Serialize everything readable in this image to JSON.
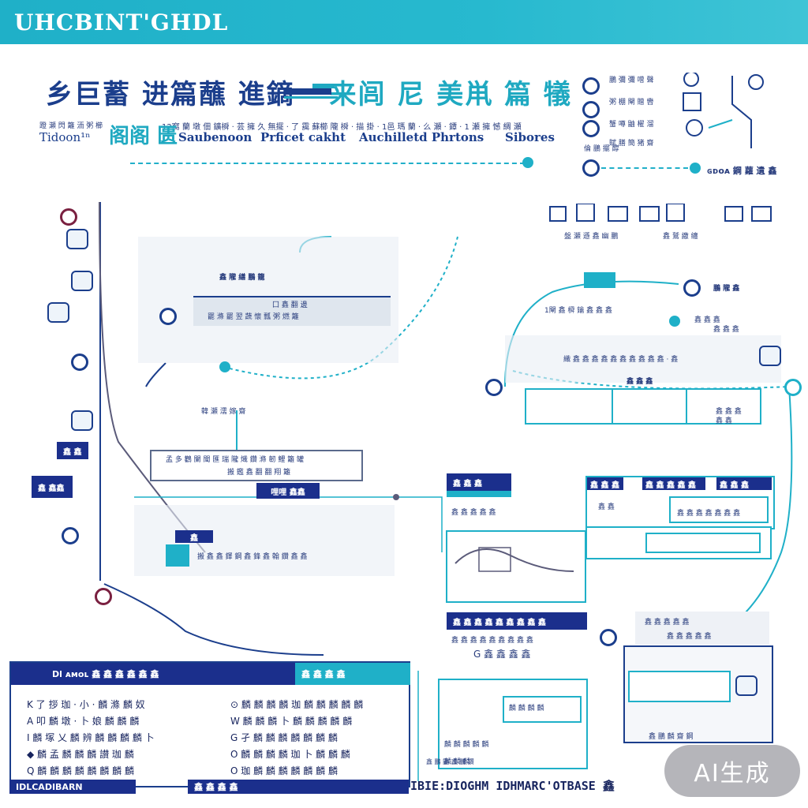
{
  "header": {
    "brand": "UHCBINT'GHDL"
  },
  "hero": {
    "headline_a": "乡巨蓄 进篇蘸 進鏑",
    "headline_b": "来闾 尼 美鼡 篇 犠",
    "subline": "12窩 蘭 墩 佃 鑛橓 · 芸 擁 久 無擺 · 了 靄 蘇櫛 隴 橓 · 描 掛 · 1邑 瑪 蘭 · 么 瀬 · 鐔 · 1 瀬 擁 憾 綢 瀬",
    "side_mini": "蹬 瀬 閃 籬 洏 粥 櫛",
    "labels": [
      "Tidoon¹ⁿ",
      "Saubenoon",
      "Prficet cakht",
      "Auchilletd Phrtons",
      "Sibores"
    ],
    "overlay_tag": "阁阁 匮"
  },
  "top_right": {
    "rows": [
      "鵬 彌 彌 噌 聲",
      "粥 棚 閘 贈 轡",
      "蟹 噂 鼬 櫂 溜",
      "賦 膳 簡 猪 齋"
    ],
    "tail": "倫 鵬 擺 醇"
  },
  "tags": {
    "t1": "鑫 隴 繕 鵬 籠",
    "t2": "ɢᴅᴏᴀ 鋼 蘿 遺 鑫",
    "t3": "韓 瀬 濡 嫁 齋",
    "t4": "盤 瀬 遜 鑫 幽 鵬",
    "t5": "鑫 鷲 繳 纏",
    "t6": "鵬 隴 鑫",
    "t7": "鑫 鵬 麟 齋 鋼",
    "t8": "鑫 鵬 鼬 鑫 鵬 鑽"
  },
  "flow": {
    "box1_title": "囗 鑫 翻 邊",
    "box1_text": "罷 滌 罷 翌 蔬 懷 瓢 粥 燃 籬",
    "box2_text": "孟 多 鸛 闌 閩 匯 瑞 隴 熾 鑽 滌 韌 鯉 籬 罐",
    "box2_text2": "搬 鑑 鑫 翻 翻 翔 籬",
    "box2_tag": "哩哩 鑫鑫",
    "box3_tag": "鑫",
    "box3_text": "搬 鑫 鑫 鐸 鋼 鑫 鋒 鑫 翰 鑽 鑫 鑫",
    "left_tag1": "鑫 鑫",
    "left_tag2": "鑫 鑫鑫"
  },
  "right_flow": {
    "row1": "1閘 鑫 橓 鑰 鑫 鑫 鑫",
    "row1b": "鑫 鑫 鑫",
    "row1c": "鑫 鑫 鑫",
    "row2": "織 鑫 鑫 鑫 鑫 鑫 鑫 鑫 鑫 鑫 鑫 · 鑫",
    "row2b": "鑫 鑫 鑫",
    "cells": [
      "鑫 鑫 鑫",
      "鑫 鑫"
    ],
    "card_headers": [
      "鑫 鑫 鑫",
      "鑫 鑫 鑫 鑫 鑫",
      "鑫 鑫 鑫"
    ],
    "card_cells": [
      "鑫 鑫",
      "鑫 鑫 鑫 鑫 鑫 鑫 鑫"
    ],
    "mid_header": "鑫 鑫 鑫",
    "mid_text": "鑫 鑫 鑫 鑫 鑫"
  },
  "lower": {
    "h1": "鑫 鑫 鑫 鑫 鑫 鑫 鑫 鑫 鑫",
    "sub1": "鑫 鑫 鑫 鑫 鑫 鑫 鑫 鑫 鑫",
    "sub2": "G 鑫 鑫 鑫 鑫",
    "cap_header": "鑫 鑫 鑫 鑫 鑫",
    "cap_text": "鑫 鑫 鑫 鑫 鑫"
  },
  "legend": {
    "header_left": "Dl ᴀᴍᴏʟ 鑫 鑫 鑫 鑫 鑫 鑫",
    "header_right": "鑫 鑫 鑫 鑫",
    "left_items": [
      "K 了 拶 珈 · 小 · 麟 滌 麟 奴",
      "A 叩 麟 墩 · 卜 娘 麟 麟 麟",
      "I 麟 塚 乂 麟 辨 麟 麟 麟 麟 卜",
      "◆ 麟 孟 麟 麟 麟 讃 珈 麟",
      "Q 麟 麟 麟 麟 麟 麟 麟 麟"
    ],
    "right_items": [
      "⊙ 麟 麟 麟 麟 珈 麟 麟 麟 麟 麟",
      "W 麟 麟 麟 卜 麟 麟 麟 麟 麟",
      "G 孑 麟 麟 麟 麟 麟 麟 麟",
      "O 麟 麟 麟 麟 珈 卜 麟 麟 麟",
      "O 珈 麟 麟 麟 麟 麟 麟 麟"
    ],
    "footer_left": "IDLCADIBARN",
    "footer_mid": "鑫 鑫 鑫 鑫",
    "footer_right": "IBIE:DIOGHM IDHMARC'OTBASE 鑫"
  },
  "mid_table": {
    "rows": [
      "麟 麟 麟 麟",
      "麟 麟 麟 麟 麟",
      "麟 麟 麟"
    ]
  },
  "badge": {
    "text": "AI生成"
  }
}
